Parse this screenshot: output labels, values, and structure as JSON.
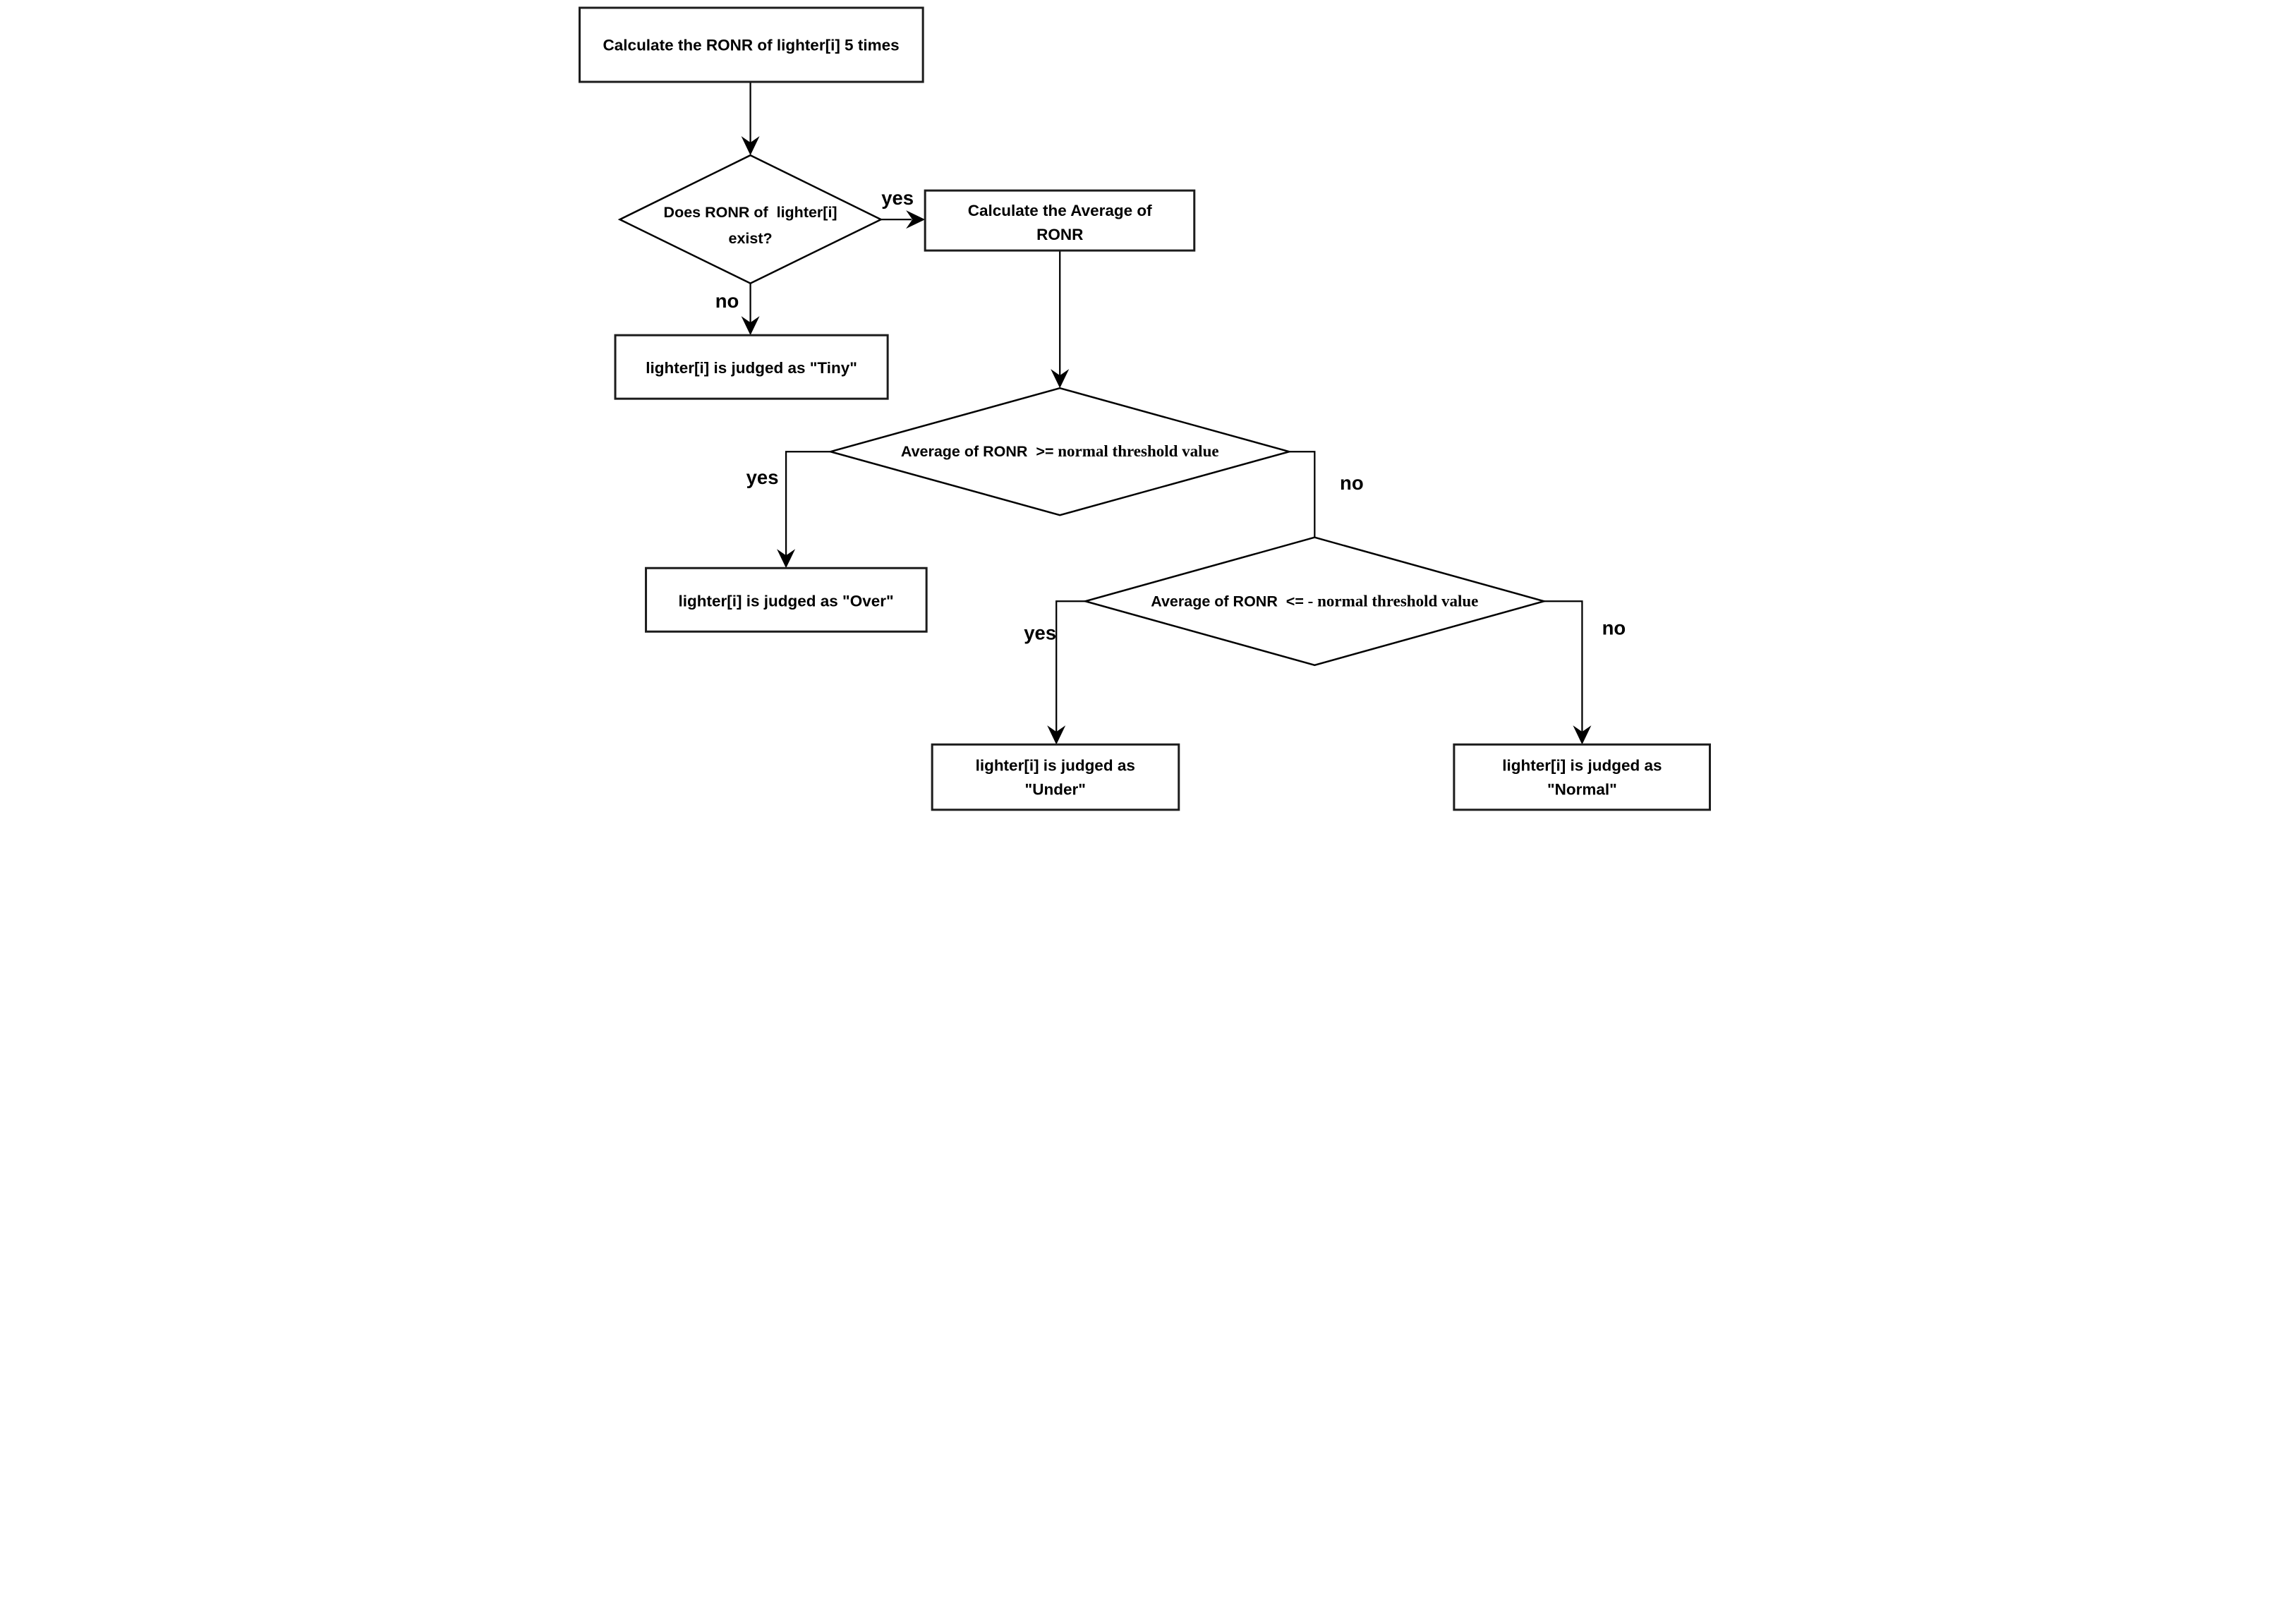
{
  "colors": {
    "background": "#ffffff",
    "stroke": "#000000",
    "box_border": "#1c1c1c",
    "text": "#000000"
  },
  "nodes": {
    "calc_ronr": {
      "type": "process",
      "label": "Calculate the RONR of lighter[i] 5 times"
    },
    "ronr_exists": {
      "type": "decision",
      "lines": [
        "Does RONR of  lighter[i]",
        "exist?"
      ]
    },
    "calc_average": {
      "type": "process",
      "lines": [
        "Calculate the Average of",
        "RONR"
      ]
    },
    "judged_tiny": {
      "type": "process",
      "label": "lighter[i] is judged as \"Tiny\""
    },
    "avg_ge_threshold": {
      "type": "decision",
      "label_sans": "Average of RONR  >=",
      "label_serif": " normal threshold value"
    },
    "judged_over": {
      "type": "process",
      "label": "lighter[i] is judged as \"Over\""
    },
    "avg_le_neg_threshold": {
      "type": "decision",
      "label_sans": "Average of RONR  <=",
      "label_serif": " - normal threshold value"
    },
    "judged_under": {
      "type": "process",
      "lines": [
        "lighter[i] is judged as",
        "\"Under\""
      ]
    },
    "judged_normal": {
      "type": "process",
      "lines": [
        "lighter[i] is judged as",
        "\"Normal\""
      ]
    }
  },
  "edge_labels": {
    "exists_yes": "yes",
    "exists_no": "no",
    "ge_yes": "yes",
    "ge_no": "no",
    "le_yes": "yes",
    "le_no": "no"
  }
}
